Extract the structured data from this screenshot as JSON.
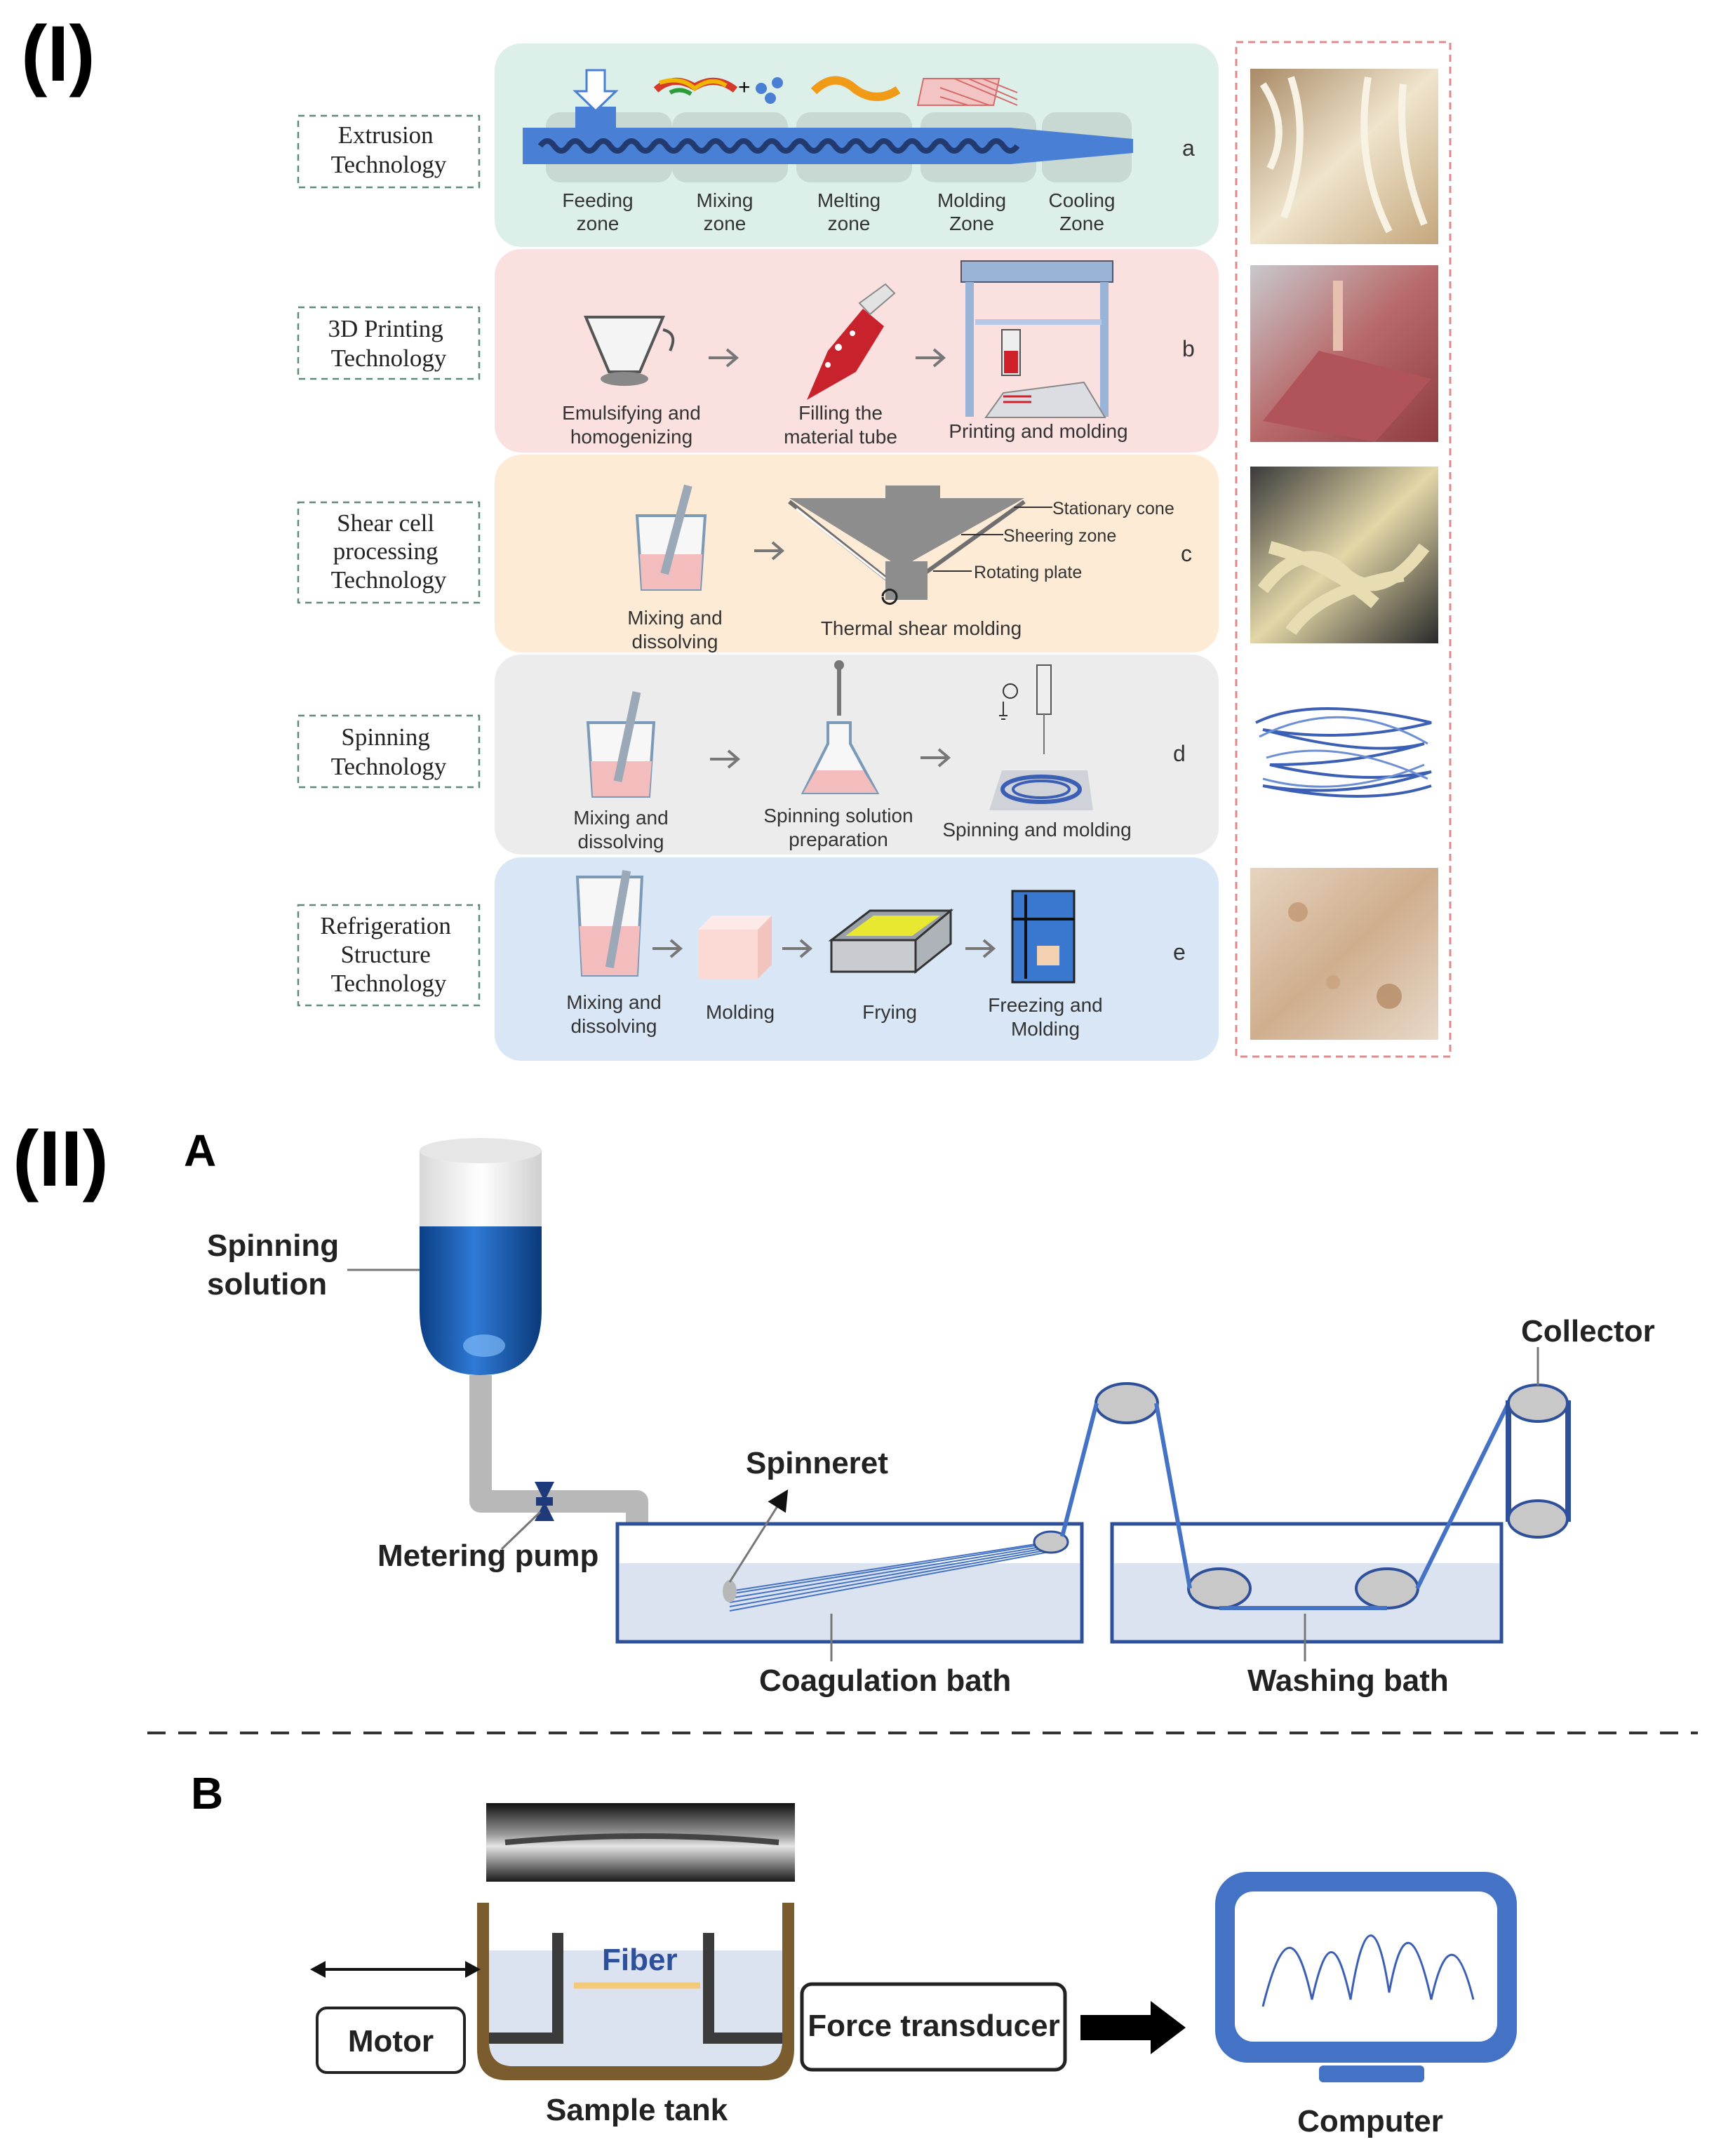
{
  "part1": {
    "label": "(I)",
    "rows": [
      {
        "tag": "a",
        "category": [
          "Extrusion",
          "Technology"
        ],
        "zones": [
          [
            "Feeding",
            "zone"
          ],
          [
            "Mixing",
            "zone"
          ],
          [
            "Melting",
            "zone"
          ],
          [
            "Molding",
            "Zone"
          ],
          [
            "Cooling",
            "Zone"
          ]
        ]
      },
      {
        "tag": "b",
        "category": [
          "3D Printing",
          "Technology"
        ],
        "steps": [
          [
            "Emulsifying and",
            "homogenizing"
          ],
          [
            "Filling the",
            "material tube"
          ],
          [
            "Printing and molding"
          ]
        ]
      },
      {
        "tag": "c",
        "category": [
          "Shear cell",
          "processing",
          "Technology"
        ],
        "steps": [
          [
            "Mixing and",
            "dissolving"
          ],
          [
            "Thermal shear molding"
          ]
        ],
        "callouts": [
          "Stationary cone",
          "Sheering zone",
          "Rotating plate"
        ]
      },
      {
        "tag": "d",
        "category": [
          "Spinning",
          "Technology"
        ],
        "steps": [
          [
            "Mixing and",
            "dissolving"
          ],
          [
            "Spinning solution",
            "preparation"
          ],
          [
            "Spinning and molding"
          ]
        ]
      },
      {
        "tag": "e",
        "category": [
          "Refrigeration",
          "Structure",
          "Technology"
        ],
        "steps": [
          [
            "Mixing and",
            "dissolving"
          ],
          [
            "Molding"
          ],
          [
            "Frying"
          ],
          [
            "Freezing and",
            "Molding"
          ]
        ]
      }
    ]
  },
  "part2": {
    "label": "(II)",
    "panelA": {
      "label": "A",
      "spinning_solution": [
        "Spinning",
        "solution"
      ],
      "metering_pump": "Metering pump",
      "spinneret": "Spinneret",
      "coagulation_bath": "Coagulation bath",
      "washing_bath": "Washing bath",
      "collector": "Collector"
    },
    "panelB": {
      "label": "B",
      "fiber": "Fiber",
      "motor": "Motor",
      "sample_tank": "Sample tank",
      "force_transducer": "Force transducer",
      "computer": "Computer"
    }
  },
  "colors": {
    "row_a": "#dcefe8",
    "row_b": "#fbe0e0",
    "row_c": "#fdebd6",
    "row_d": "#ececec",
    "row_e": "#d8e6f6",
    "accent_blue": "#4472c4",
    "bath_fill": "#dbe3f0",
    "tank_brown": "#7a5c2e",
    "photo_border": "#e08a8a"
  }
}
